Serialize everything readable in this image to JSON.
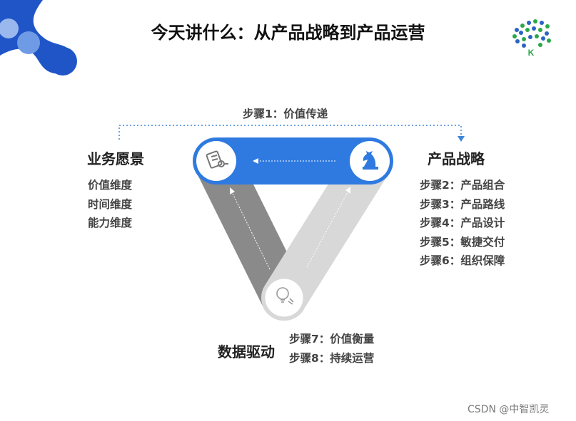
{
  "title": "今天讲什么：从产品战略到产品运营",
  "top_step": "步骤1：价值传递",
  "left": {
    "title": "业务愿景",
    "items": [
      "价值维度",
      "时间维度",
      "能力维度"
    ]
  },
  "right": {
    "title": "产品战略",
    "items": [
      "步骤2：产品组合",
      "步骤3：产品路线",
      "步骤4：产品设计",
      "步骤5：敏捷交付",
      "步骤6：组织保障"
    ]
  },
  "bottom": {
    "title": "数据驱动",
    "items": [
      "步骤7：价值衡量",
      "步骤8：持续运营"
    ]
  },
  "logo_letter": "K",
  "watermark": "CSDN @中智凯灵",
  "colors": {
    "blue": "#2f7ae0",
    "dark_gray": "#8a8a8a",
    "light_gray": "#d8d8d8",
    "dot_line": "#3b86d8",
    "logo_blue": "#2b63c5",
    "logo_green": "#2aa84a"
  },
  "icons": {
    "top_left": "document-check-icon",
    "top_right": "chess-knight-icon",
    "bottom": "lightbulb-icon"
  }
}
